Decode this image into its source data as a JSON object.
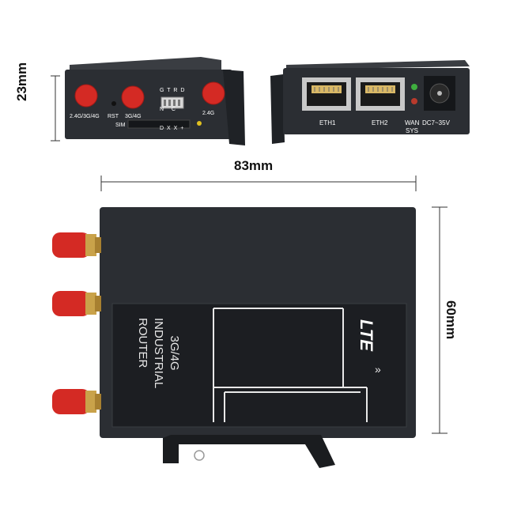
{
  "dimensions": {
    "height_front": "23mm",
    "width": "83mm",
    "depth": "60mm"
  },
  "front_panel": {
    "antenna_left_label": "2.4G/3G/4G",
    "reset_label": "RST",
    "antenna_mid_label": "3G/4G",
    "antenna_right_label": "2.4G",
    "sim_label": "SIM",
    "serial_labels": [
      "G T R D",
      "N   C",
      "D X X +"
    ]
  },
  "rear_panel": {
    "eth1_label": "ETH1",
    "eth2_label": "ETH2",
    "wan_label": "WAN",
    "sys_label": "SYS",
    "power_label": "DC7~35V"
  },
  "top_view": {
    "product_text": [
      "3G/4G",
      "INDUSTRIAL",
      "ROUTER"
    ],
    "logo_text": "LTE"
  },
  "colors": {
    "body": "#2b2e33",
    "antenna": "#d42a24",
    "connector": "#c9a24a",
    "led_green": "#3fae3f",
    "led_red": "#b83a2c"
  }
}
